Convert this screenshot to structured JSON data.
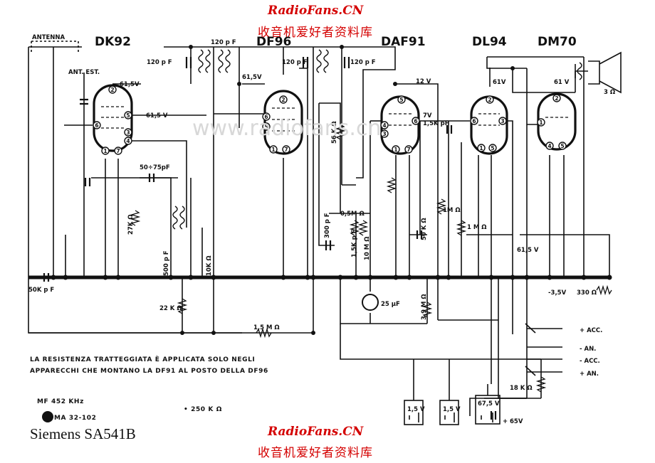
{
  "watermark": {
    "top_site": "RadioFans.CN",
    "top_cn": "收音机爱好者资料库",
    "bottom_site": "RadioFans.CN",
    "bottom_cn": "收音机爱好者资料库",
    "faint": "www.radiofans.cn"
  },
  "caption": "Siemens SA541B",
  "tubes": {
    "dk92": "DK92",
    "df96": "DF96",
    "daf91": "DAF91",
    "dl94": "DL94",
    "dm70": "DM70"
  },
  "labels": {
    "antenna": "ANTENNA",
    "ant_est": "ANT. EST.",
    "v61_5_a": "61,5V",
    "v61_5_b": "61,5 V",
    "v61_5_c": "61,5V",
    "v61_5_d": "61,5 V",
    "v12": "12 V",
    "v7": "7V",
    "v61": "61V",
    "v61_b": "61 V",
    "c120_a": "120 p F",
    "c120_b": "120 p F",
    "c120_c": "120 p F",
    "c120_d": "120 p F",
    "c50_75": "50÷75pF",
    "r27k": "27K Ω",
    "c500": "500 p F",
    "r10k": "10K Ω",
    "c300": "300 p F",
    "r05m": "0,5M Ω",
    "c15k_b": "1,5K p F",
    "r10m": "10 M Ω",
    "r56k": "56 K Ω",
    "r50k": "50 K Ω",
    "c15k": "1,5K pF",
    "r1m_a": "1M Ω",
    "r1m_b": "1 M Ω",
    "c50k": "50K p F",
    "r22k": "22 K Ω",
    "r15m": "1,5 M Ω",
    "c25u": "25 μF",
    "r39m": "3,9 M Ω",
    "v_neg": "-3,5V",
    "r330": "330 Ω",
    "r18k": "18 K Ω",
    "r3": "3 Ω",
    "acc_pos": "+ ACC.",
    "an_neg": "- AN.",
    "acc_neg": "- ACC.",
    "an_pos": "+ AN.",
    "b1": "1,5 V",
    "b2": "1,5 V",
    "b3": "67,5 V",
    "v65": "65V",
    "plus": "+"
  },
  "notes": {
    "line1": "LA RESISTENZA TRATTEGGIATA È APPLICATA SOLO NEGLI",
    "line2": "APPARECCHI CHE MONTANO LA DF91 AL POSTO DELLA DF96",
    "mf": "MF 452 KHz",
    "ma": "MA 32-102",
    "r250k": "• 250 K Ω"
  }
}
